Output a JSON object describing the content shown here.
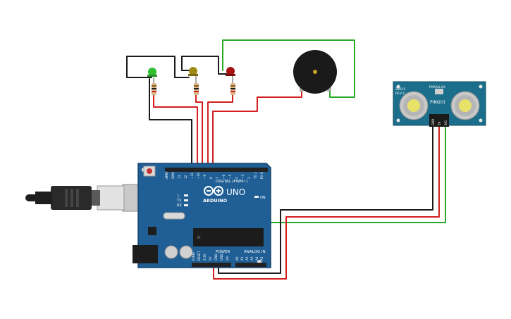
{
  "board": {
    "brand": "ARDUINO",
    "model": "UNO",
    "digital_label": "DIGITAL (PWM~)",
    "power_label": "POWER",
    "analog_label": "ANALOG IN",
    "on_label": "ON",
    "tx_label": "TX",
    "rx_label": "RX",
    "l_label": "L",
    "digital_pins": [
      "AREF",
      "GND",
      "13",
      "12",
      "~11",
      "~10",
      "~9",
      "8",
      "7",
      "~6",
      "~5",
      "4",
      "~3",
      "2",
      "TX 1",
      "RX 0"
    ],
    "power_pins": [
      "IOREF",
      "RESET",
      "3.3V",
      "5V",
      "GND",
      "GND",
      "Vin"
    ],
    "analog_pins": [
      "A0",
      "A1",
      "A2",
      "A3",
      "A4",
      "A5"
    ]
  },
  "sensor": {
    "label": "PING)))",
    "brand": "PARALLAX",
    "code": "28015",
    "rev": "REV C",
    "pins": [
      "GND",
      "5V",
      "SIG"
    ]
  },
  "colors": {
    "board": "#1f5f96",
    "board_edge": "#17456e",
    "header": "#222222",
    "wire_black": "#1a1a1a",
    "wire_red": "#d21f1f",
    "wire_green": "#2aa82a",
    "led_green": "#2fbf2f",
    "led_yellow": "#a08a16",
    "led_red": "#a81212",
    "sensor_board": "#1c6f8c",
    "buzzer": "#1a1a1a"
  },
  "icons": {
    "usb": "usb-cable-icon",
    "reset": "reset-button-icon",
    "logo": "arduino-infinity-logo-icon"
  }
}
